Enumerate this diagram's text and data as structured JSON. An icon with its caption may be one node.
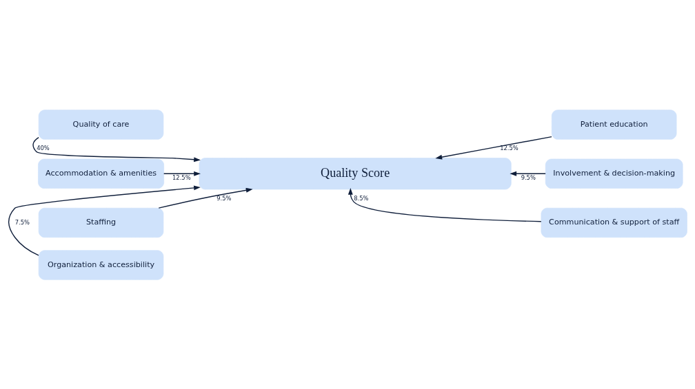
{
  "diagram": {
    "nodes": [
      {
        "text": [
          "Quality Score"
        ]
      },
      {
        "text": [
          "Quality of care"
        ]
      },
      {
        "text": [
          "Patient education"
        ]
      },
      {
        "text": [
          "Accommodation & amenities"
        ]
      },
      {
        "text": [
          "Involvement & decision-making"
        ]
      },
      {
        "text": [
          "Staffing"
        ]
      },
      {
        "text": [
          "Communication & support of staff"
        ]
      },
      {
        "text": [
          "Organization & accessibility"
        ]
      }
    ],
    "edges": [
      {
        "from": 1,
        "to": 0,
        "arrow": "to",
        "label": "40%"
      },
      {
        "from": 2,
        "to": 0,
        "arrow": "to",
        "label": "12.5%"
      },
      {
        "from": 3,
        "to": 0,
        "arrow": "to",
        "label": "12.5%"
      },
      {
        "from": 4,
        "to": 0,
        "arrow": "to",
        "label": "9.5%"
      },
      {
        "from": 5,
        "to": 0,
        "arrow": "to",
        "label": "9.5%"
      },
      {
        "from": 6,
        "to": 0,
        "arrow": "to",
        "label": "8.5%"
      },
      {
        "from": 7,
        "to": 0,
        "arrow": "to",
        "label": "7.5%"
      }
    ]
  }
}
